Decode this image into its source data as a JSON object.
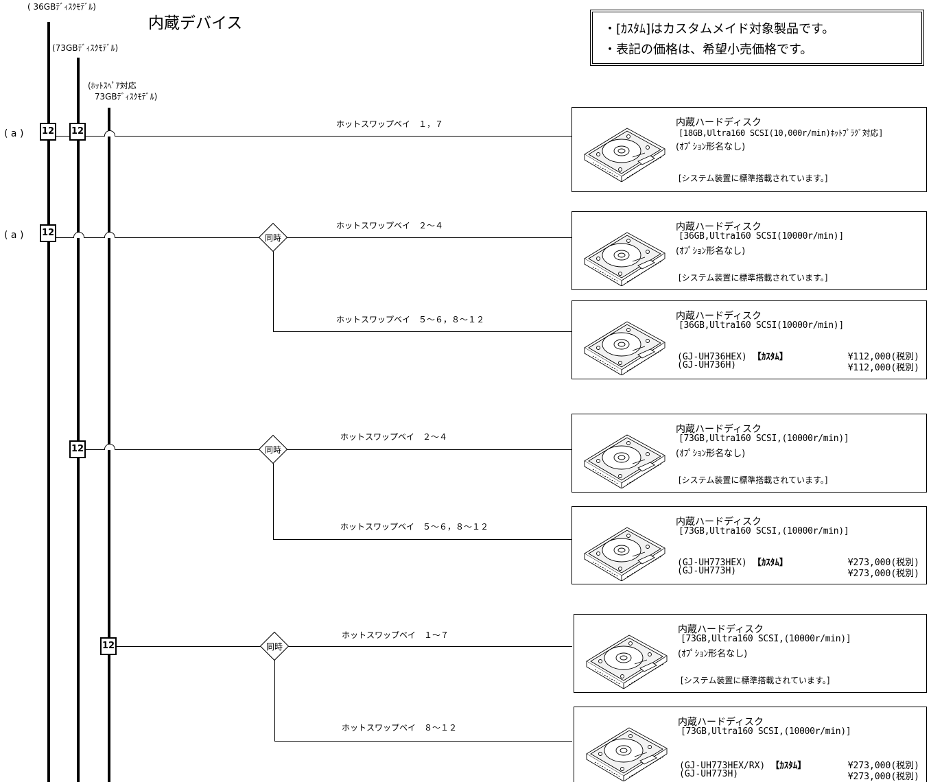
{
  "title": "内蔵デバイス",
  "notes": [
    "・[ｶｽﾀﾑ]はカスタムメイド対象製品です。",
    "・表記の価格は、希望小売価格です。"
  ],
  "bus_labels": {
    "bus1": "( 36GBﾃﾞｨｽｸﾓﾃﾞﾙ)",
    "bus2": "(73GBﾃﾞｨｽｸﾓﾃﾞﾙ)",
    "bus3_line1": "(ﾎｯﾄｽﾍﾟｱ対応",
    "bus3_line2": " 73GBﾃﾞｨｽｸﾓﾃﾞﾙ)"
  },
  "ports": [
    "12",
    "12",
    "12",
    "12",
    "12"
  ],
  "a_marks": [
    "( a )",
    "( a )"
  ],
  "simultaneous_label": "同時",
  "bays": [
    "ホットスワップベイ　１，７",
    "ホットスワップベイ　２～４",
    "ホットスワップベイ　５～６，８～１２",
    "ホットスワップベイ　２～４",
    "ホットスワップベイ　５～６，８～１２",
    "ホットスワップベイ　１～７",
    "ホットスワップベイ　８～１２"
  ],
  "devices": [
    {
      "title": "内蔵ハードディスク",
      "spec": "[18GB,Ultra160 SCSI(10,000r/min)ﾎｯﾄﾌﾟﾗｸﾞ対応]",
      "option": "(ｵﾌﾟｼｮﾝ形名なし)",
      "standard": "[システム装置に標準搭載されています。]"
    },
    {
      "title": "内蔵ハードディスク",
      "spec": "[36GB,Ultra160 SCSI(10000r/min)]",
      "option": "(ｵﾌﾟｼｮﾝ形名なし)",
      "standard": "[システム装置に標準搭載されています。]"
    },
    {
      "title": "内蔵ハードディスク",
      "spec": "[36GB,Ultra160 SCSI(10000r/min)]",
      "model1": "(GJ-UH736HEX)",
      "custom": "【ｶｽﾀﾑ】",
      "price1": "¥112,000(税別)",
      "model2": "(GJ-UH736H)",
      "price2": "¥112,000(税別)"
    },
    {
      "title": "内蔵ハードディスク",
      "spec": "[73GB,Ultra160 SCSI,(10000r/min)]",
      "option": "(ｵﾌﾟｼｮﾝ形名なし)",
      "standard": "[システム装置に標準搭載されています。]"
    },
    {
      "title": "内蔵ハードディスク",
      "spec": "[73GB,Ultra160 SCSI,(10000r/min)]",
      "model1": "(GJ-UH773HEX)",
      "custom": "【ｶｽﾀﾑ】",
      "price1": "¥273,000(税別)",
      "model2": "(GJ-UH773H)",
      "price2": "¥273,000(税別)"
    },
    {
      "title": "内蔵ハードディスク",
      "spec": "[73GB,Ultra160 SCSI,(10000r/min)]",
      "option": "(ｵﾌﾟｼｮﾝ形名なし)",
      "standard": "[システム装置に標準搭載されています。]"
    },
    {
      "title": "内蔵ハードディスク",
      "spec": "[73GB,Ultra160 SCSI,(10000r/min)]",
      "model1": "(GJ-UH773HEX/RX)",
      "custom": "【ｶｽﾀﾑ】",
      "price1": "¥273,000(税別)",
      "model2": "(GJ-UH773H)",
      "price2": "¥273,000(税別)"
    }
  ]
}
